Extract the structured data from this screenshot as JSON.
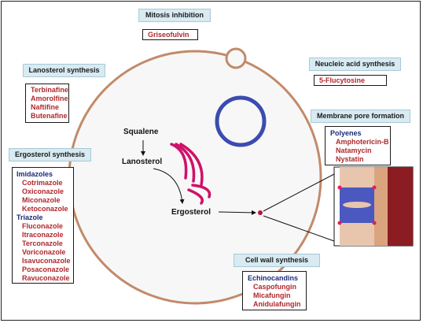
{
  "mitosis": {
    "header": "Mitosis inhibition",
    "drugs": [
      "Griseofulvin"
    ]
  },
  "lanosterol_synthesis": {
    "header": "Lanosterol synthesis",
    "drugs": [
      "Terbinafine",
      "Amorolfine",
      "Naftifine",
      "Butenafine"
    ]
  },
  "nucleic": {
    "header": "Neucleic acid synthesis",
    "drugs": [
      "5-Flucytosine"
    ]
  },
  "membrane": {
    "header": "Membrane pore formation",
    "group": "Polyenes",
    "drugs": [
      "Amphotericin-B",
      "Natamycin",
      "Nystatin"
    ]
  },
  "ergosterol_synthesis": {
    "header": "Ergosterol synthesis",
    "imidazoles_label": "Imidazoles",
    "imidazoles": [
      "Cotrimazole",
      "Oxiconazole",
      "Miconazole",
      "Ketoconazole"
    ],
    "triazole_label": "Triazole",
    "triazoles": [
      "Fluconazole",
      "Itraconazole",
      "Terconazole",
      "Voriconazole",
      "Isavuconazole",
      "Posaconazole",
      "Ravuconazole"
    ]
  },
  "cell_wall": {
    "header": "Cell wall synthesis",
    "group": "Echinocandins",
    "drugs": [
      "Caspofungin",
      "Micafungin",
      "Anidulafungin"
    ]
  },
  "pathway": {
    "squalene": "Squalene",
    "lanosterol": "Lanosterol",
    "ergosterol": "Ergosterol"
  },
  "colors": {
    "drug_text": "#b0282d",
    "group_text": "#1c2a78",
    "header_fill": "#d8eaf2",
    "cell_border": "#c28a6a",
    "golgi": "#d0106a",
    "nucleus": "#3b4bb0",
    "pore": "#4a58c0",
    "membrane": "#8b1c22"
  }
}
